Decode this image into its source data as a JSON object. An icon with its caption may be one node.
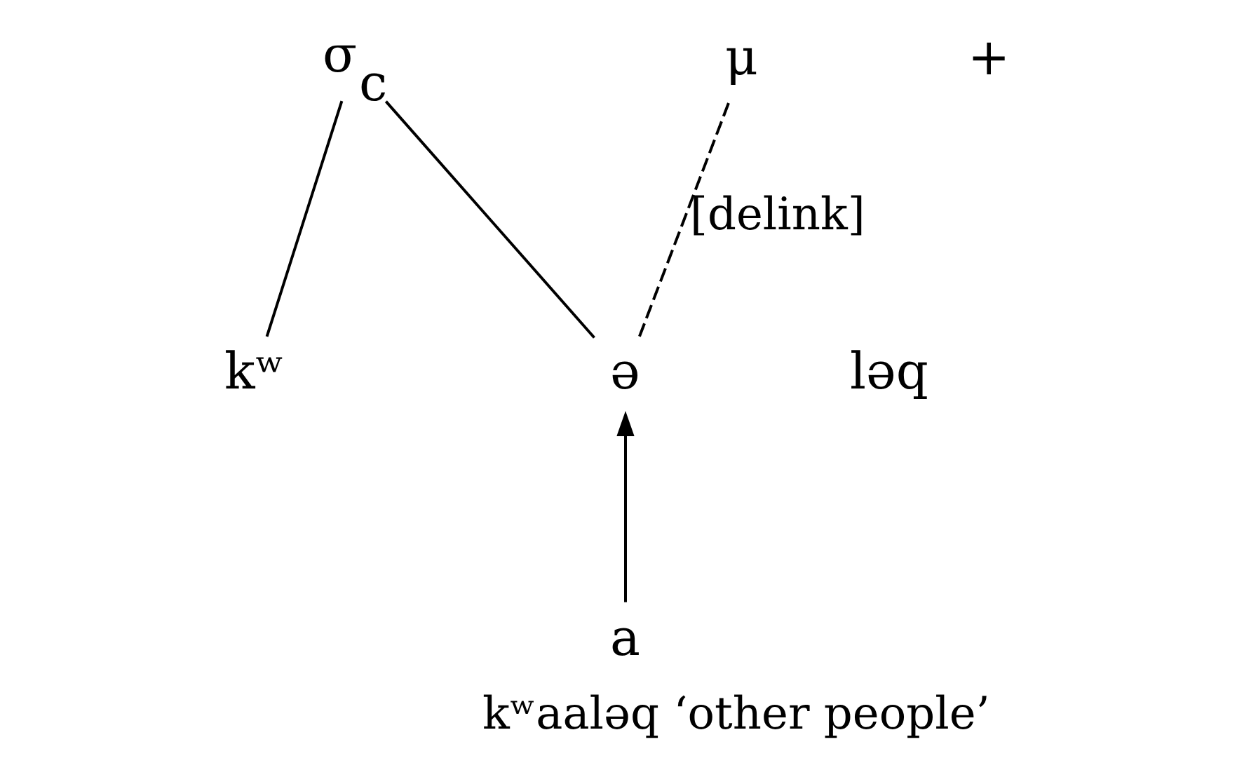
{
  "diagram": {
    "caption": "kʷaaləq ‘other people’",
    "nodes": [
      {
        "text": [
          "σ$_{c}$"
        ]
      },
      {
        "text": [
          "μ"
        ]
      },
      {
        "text": [
          "kʷ"
        ]
      },
      {
        "text": [
          "ə"
        ]
      },
      {
        "text": [
          "a"
        ]
      }
    ],
    "edges": [
      {
        "from": 2,
        "to": 0,
        "arrow": "none"
      },
      {
        "from": 3,
        "to": 0,
        "arrow": "none"
      },
      {
        "from": 3,
        "to": 1,
        "arrow": "none",
        "label": "[delink]",
        "style": "dashed"
      },
      {
        "from": 4,
        "to": 3,
        "arrow": "to"
      }
    ],
    "labels": [
      "+",
      "ləq"
    ]
  }
}
